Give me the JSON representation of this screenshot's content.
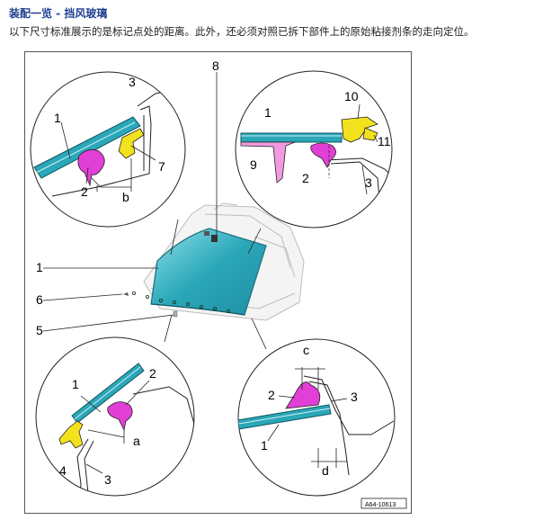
{
  "header": {
    "title": "装配一览 - 挡风玻璃",
    "description": "以下尺寸标准展示的是标记点处的距离。此外，还必须对照已拆下部件上的原始粘接剂条的走向定位。"
  },
  "diagram": {
    "doc_code": "A64-10613",
    "callouts": {
      "main_1": "1",
      "main_5": "5",
      "main_6": "6",
      "main_8": "8",
      "tl_1": "1",
      "tl_2": "2",
      "tl_3": "3",
      "tl_7": "7",
      "tl_b": "b",
      "tr_1": "1",
      "tr_2": "2",
      "tr_3": "3",
      "tr_9": "9",
      "tr_10": "10",
      "tr_11": "11",
      "bl_1": "1",
      "bl_2": "2",
      "bl_3": "3",
      "bl_4": "4",
      "bl_a": "a",
      "br_1": "1",
      "br_2": "2",
      "br_3": "3",
      "br_c": "c",
      "br_d": "d"
    },
    "colors": {
      "glass": "#2aa7b8",
      "glass_light": "#8fe0ea",
      "adhesive": "#e23fd6",
      "trim": "#f2e21e",
      "pink_clip": "#f29ae0",
      "outline": "#222222"
    }
  }
}
